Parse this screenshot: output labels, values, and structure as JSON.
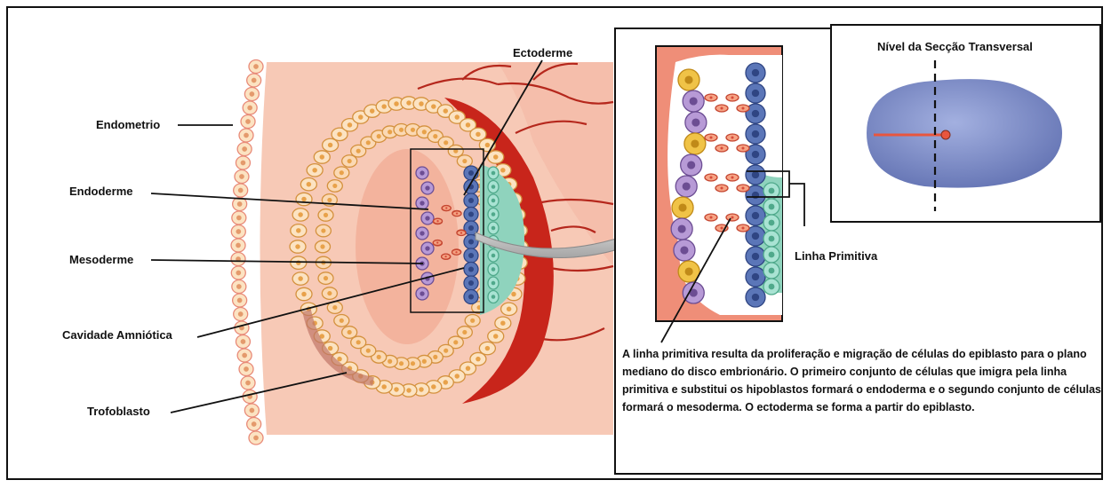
{
  "labels": {
    "ectoderme": "Ectoderme",
    "endometrio": "Endometrio",
    "endoderme": "Endoderme",
    "mesoderme": "Mesoderme",
    "cavidade": "Cavidade Amniótica",
    "trofoblasto": "Trofoblasto",
    "linha": "Linha Primitiva",
    "nivel": "Nível da Secção Transversal"
  },
  "caption": "A linha primitiva resulta da proliferação e migração de células do epiblasto para o plano mediano do disco embrionário. O primeiro conjunto de células que imigra pela linha primitiva e substitui os hipoblastos formará o endoderma e o segundo conjunto de células formará o mesoderma. O ectoderma se forma a partir do epiblasto.",
  "colors": {
    "endometrium": "#f6c6b4",
    "trophoblast_cell": "#fce3c2",
    "vessel": "#c8251b",
    "ectoderm": "#5b76b8",
    "mesoderm_cell": "#d64b3a",
    "endoderm": "#b79ad6",
    "amnion": "#8fd3bd",
    "embryo": "#7f8fc9"
  }
}
